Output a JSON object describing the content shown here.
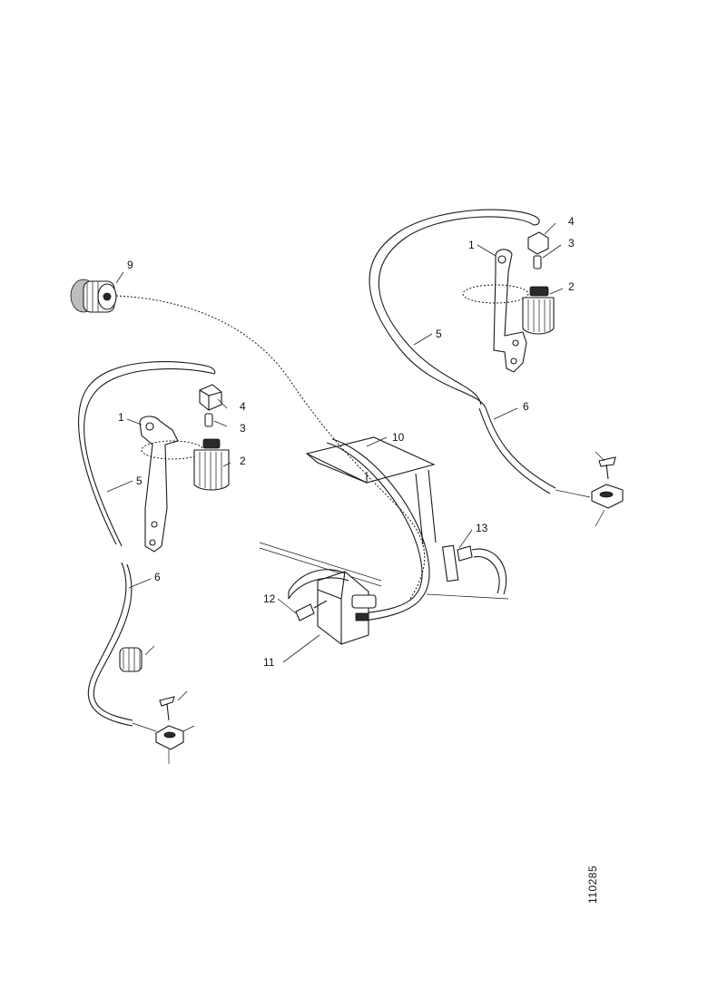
{
  "callouts": [
    {
      "id": "c1-left",
      "text": "1"
    },
    {
      "id": "c1-right",
      "text": "1"
    },
    {
      "id": "c2-left",
      "text": "2"
    },
    {
      "id": "c2-right",
      "text": "2"
    },
    {
      "id": "c3-left",
      "text": "3"
    },
    {
      "id": "c3-right",
      "text": "3"
    },
    {
      "id": "c4-left",
      "text": "4"
    },
    {
      "id": "c4-right",
      "text": "4"
    },
    {
      "id": "c5-left",
      "text": "5"
    },
    {
      "id": "c5-right",
      "text": "5"
    },
    {
      "id": "c6-left",
      "text": "6"
    },
    {
      "id": "c6-right",
      "text": "6"
    },
    {
      "id": "c9",
      "text": "9"
    },
    {
      "id": "c10",
      "text": "10"
    },
    {
      "id": "c11",
      "text": "11"
    },
    {
      "id": "c12",
      "text": "12"
    },
    {
      "id": "c13",
      "text": "13"
    }
  ],
  "drawing_number": "110285"
}
